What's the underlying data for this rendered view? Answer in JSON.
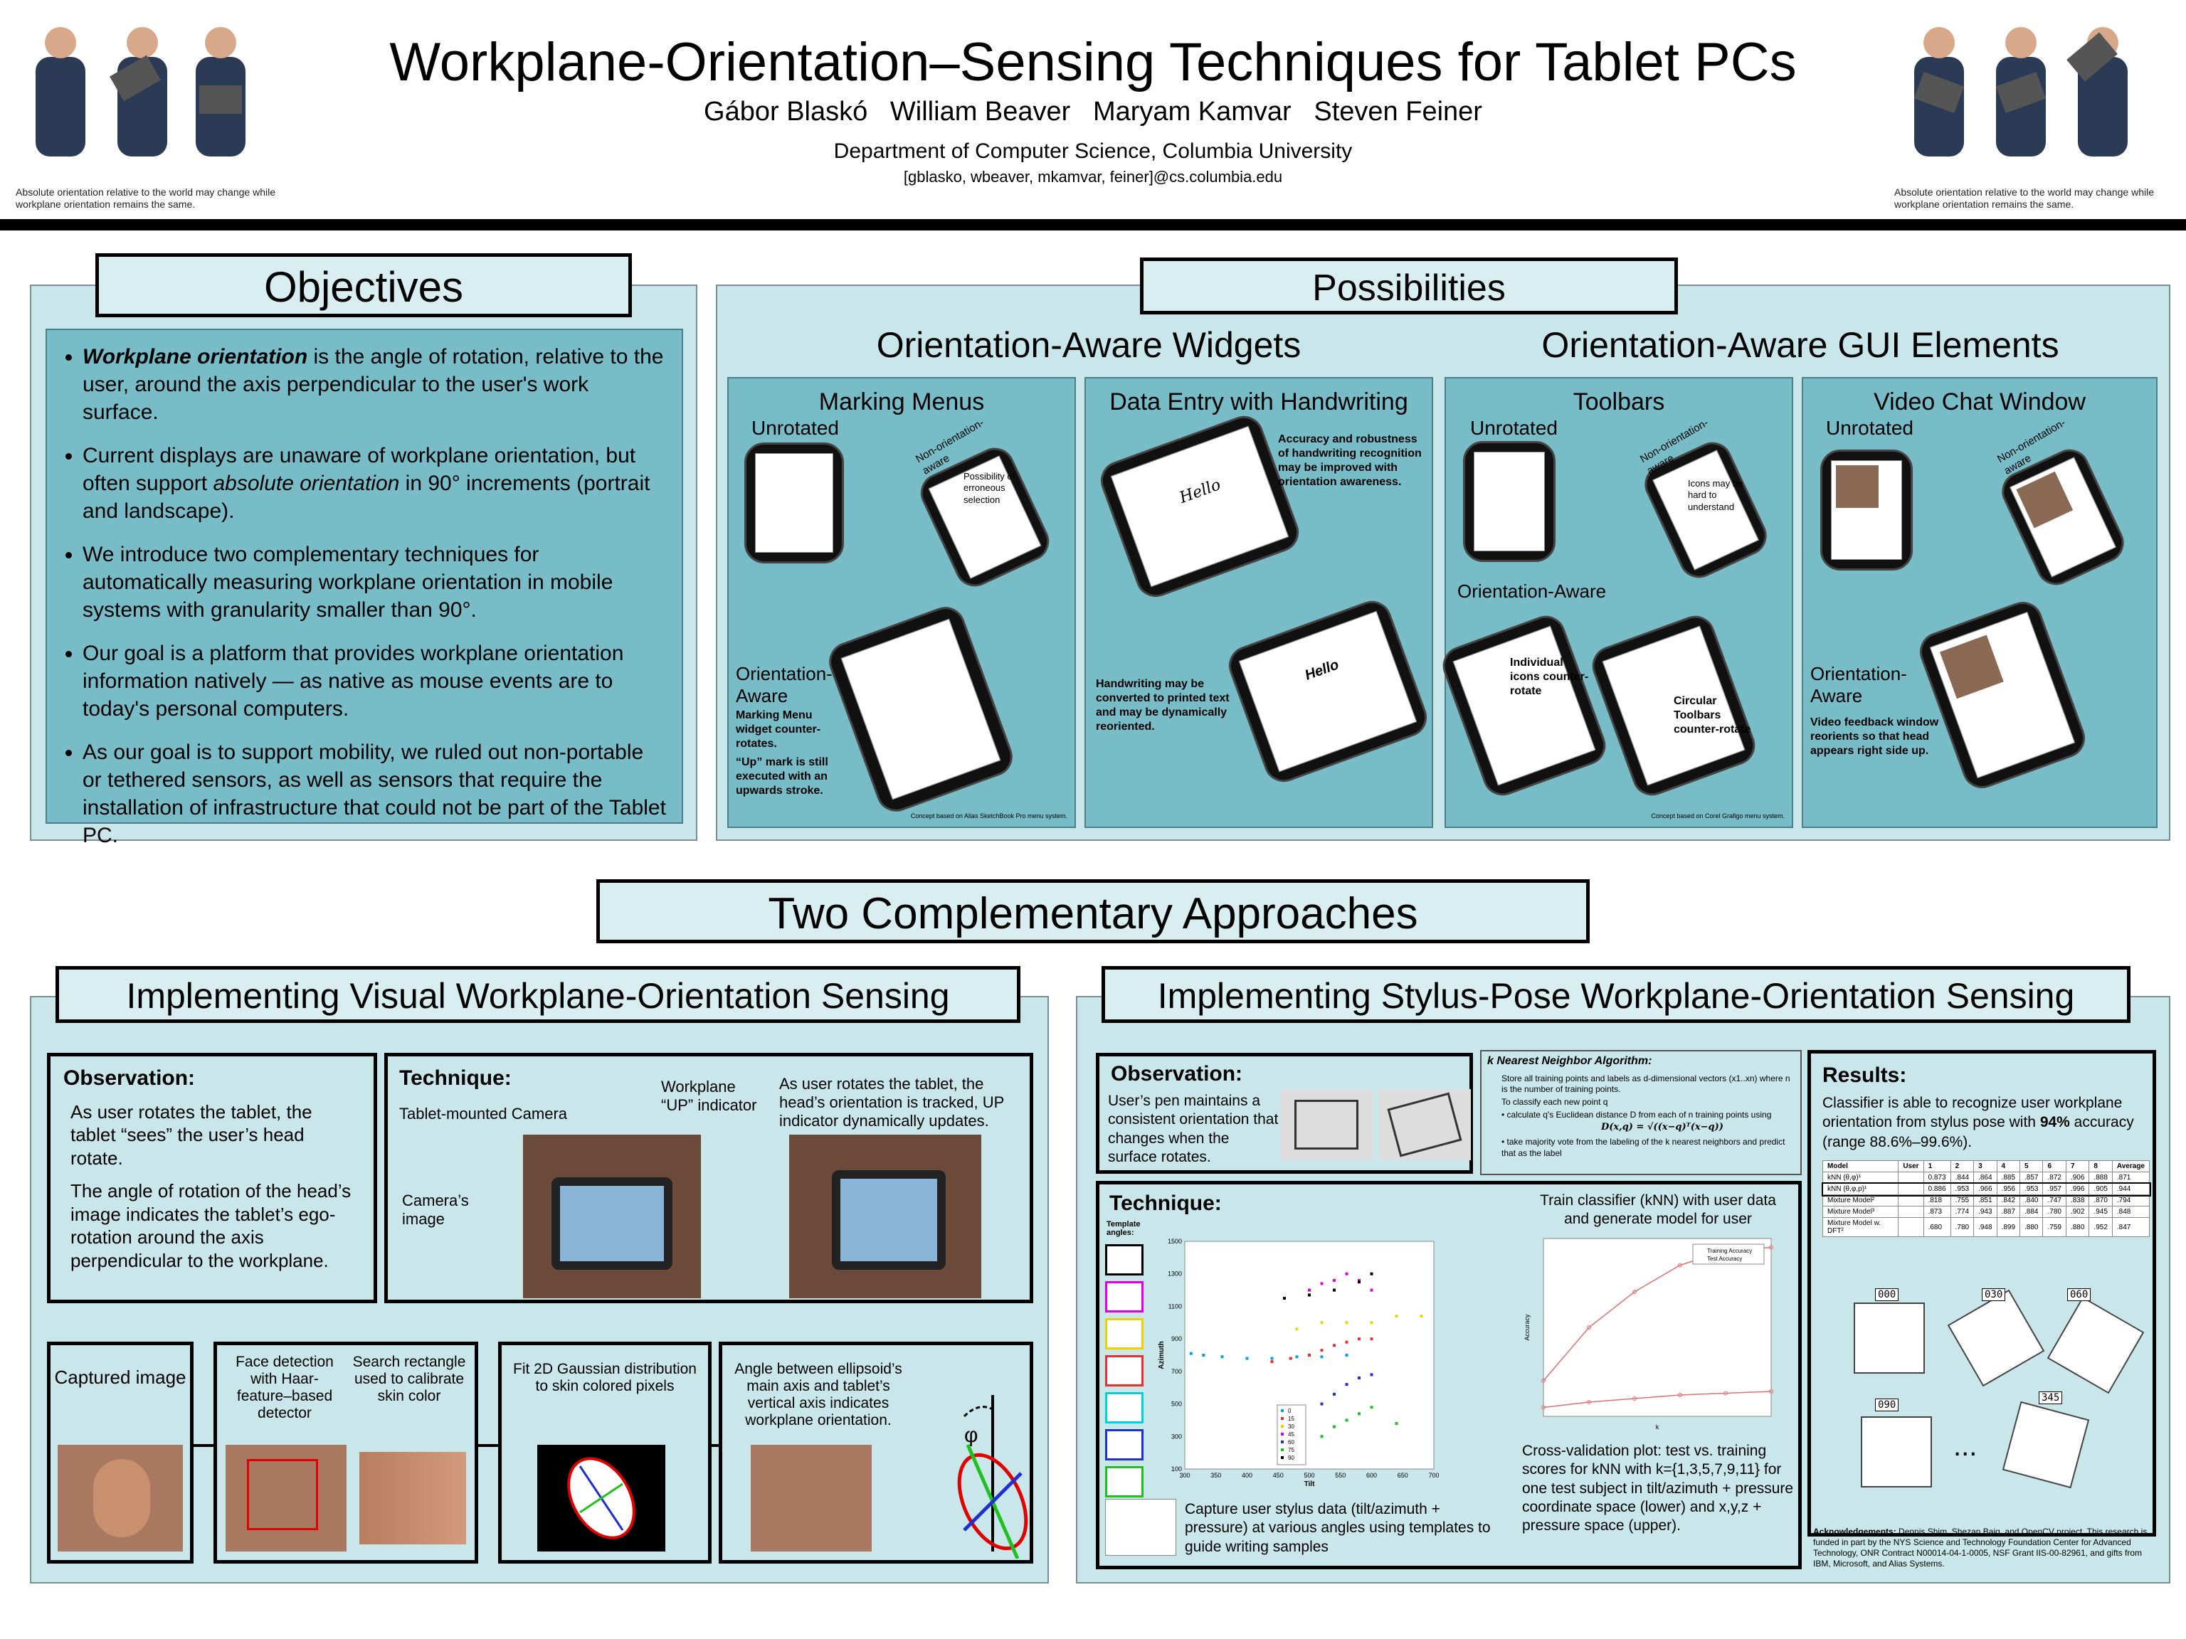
{
  "header": {
    "title": "Workplane-Orientation–Sensing Techniques for Tablet PCs",
    "authors": "Gábor Blaskó   William Beaver   Maryam Kamvar   Steven Feiner",
    "affiliation": "Department of Computer Science, Columbia University",
    "email": "[gblasko, wbeaver, mkamvar, feiner]@cs.columbia.edu",
    "caption_left": "Absolute orientation relative to the world may change while workplane orientation remains the same.",
    "caption_right": "Absolute orientation relative to the world may change while workplane orientation remains the same."
  },
  "objectives": {
    "title": "Objectives",
    "b1_em": "Workplane orientation",
    "b1_rest": " is the angle of rotation, relative to the user, around the axis perpendicular to the user's work surface.",
    "b2_a": "Current displays are unaware of workplane orientation, but often support ",
    "b2_em": "absolute orientation",
    "b2_b": " in 90° increments (portrait and landscape).",
    "b3": "We introduce two complementary techniques for automatically measuring workplane orientation in mobile systems with granularity smaller than 90°.",
    "b4": "Our goal is a platform that provides workplane orientation information natively — as native as mouse events are to today's personal computers.",
    "b5": "As our goal is to support mobility, we ruled out non-portable or tethered sensors, as well as sensors that require the installation of infrastructure that could not be part of the Tablet PC."
  },
  "possibilities": {
    "title": "Possibilities",
    "widgets_title": "Orientation-Aware Widgets",
    "gui_title": "Orientation-Aware GUI Elements",
    "marking": {
      "title": "Marking Menus",
      "unrotated": "Unrotated",
      "nonaware": "Non-orientation-aware",
      "possibility": "Possibility of erroneous selection",
      "aware": "Orientation-Aware",
      "desc1": "Marking Menu widget counter-rotates.",
      "desc2": "“Up” mark is still executed with an upwards stroke.",
      "credit": "Concept based on Alias SketchBook Pro menu system."
    },
    "handwriting": {
      "title": "Data Entry with Handwriting",
      "top": "Accuracy and robustness of handwriting recognition may be improved with orientation awareness.",
      "hello1": "Hello",
      "hello2": "Hello",
      "bottom": "Handwriting may be converted to printed text and may be dynamically reoriented."
    },
    "toolbars": {
      "title": "Toolbars",
      "unrotated": "Unrotated",
      "nonaware": "Non-orientation-aware",
      "hard": "Icons may be hard to understand",
      "aware": "Orientation-Aware",
      "individual": "Individual icons counter-rotate",
      "circular": "Circular Toolbars counter-rotate",
      "credit": "Concept based on Corel Grafigo menu system."
    },
    "video": {
      "title": "Video Chat Window",
      "unrotated": "Unrotated",
      "nonaware": "Non-orientation-aware",
      "aware": "Orientation-Aware",
      "desc": "Video feedback window reorients so that head appears right side up."
    }
  },
  "approaches": {
    "title": "Two Complementary Approaches"
  },
  "visual": {
    "title": "Implementing Visual Workplane-Orientation Sensing",
    "obs_title": "Observation:",
    "obs1": "As user rotates the tablet, the tablet “sees” the user’s head rotate.",
    "obs2": "The angle of rotation of the head’s image indicates the tablet’s ego-rotation around the axis perpendicular to the workplane.",
    "tech_title": "Technique:",
    "camera": "Tablet-mounted Camera",
    "up": "Workplane “UP” indicator",
    "camimg": "Camera’s image",
    "tracked": "As user rotates the tablet, the head’s orientation is tracked, UP indicator dynamically updates.",
    "s1": "Captured image",
    "s2a": "Face detection with Haar-feature–based detector",
    "s2b": "Search rectangle used to calibrate skin color",
    "s3": "Fit 2D Gaussian distribution to skin colored pixels",
    "s4": "Angle between ellipsoid’s main axis and tablet’s vertical axis indicates workplane orientation.",
    "phi": "φ"
  },
  "stylus": {
    "title": "Implementing Stylus-Pose Workplane-Orientation Sensing",
    "obs_title": "Observation:",
    "obs": "User’s pen maintains a consistent orientation that changes when the surface rotates.",
    "knn_title": "k Nearest Neighbor Algorithm:",
    "knn1": "Store all training points and labels as d-dimensional vectors (x1..xn) where n is the number of training points.",
    "knn2": "To classify each new point q",
    "knn3": "• calculate q's Euclidean distance D from each of n training points using",
    "knn_formula": "D(x,q) = √((x−q)ᵀ(x−q))",
    "knn4": "• take majority vote from the labeling of the k nearest neighbors and predict that as the label",
    "tech_title": "Technique:",
    "template": "Template angles:",
    "train": "Train classifier (kNN) with user data and generate model for user",
    "capture": "Capture user stylus data (tilt/azimuth + pressure) at various angles using templates to guide writing samples",
    "cv": "Cross-validation plot: test vs. training scores for kNN with k={1,3,5,7,9,11} for one test subject in tilt/azimuth + pressure coordinate space (lower) and x,y,z + pressure space (upper).",
    "res_title": "Results:",
    "res_a": "Classifier is able to recognize user workplane orientation from stylus pose with ",
    "res_b": "94%",
    "res_c": " accuracy (range 88.6%–99.6%).",
    "labels": [
      "000",
      "030",
      "060",
      "090",
      "345"
    ],
    "ellipsis": "...",
    "ack_title": "Acknowledgements:",
    "ack": " Dennis Shim, Shezan Baig, and OpenCV project. This research is funded in part by the NYS Science and Technology Foundation Center for Advanced Technology, ONR Contract N00014-04-1-0005, NSF Grant IIS-00-82961, and gifts from IBM, Microsoft, and Alias Systems."
  },
  "results_table": {
    "header": [
      "Model",
      "User",
      "1",
      "2",
      "3",
      "4",
      "5",
      "6",
      "7",
      "8",
      "Average"
    ],
    "rows": [
      [
        "kNN (θ,φ)¹",
        "",
        "0.873",
        ".844",
        ".864",
        ".885",
        ".857",
        ".872",
        ".906",
        ".888",
        ".871"
      ],
      [
        "kNN (θ,φ,p)¹",
        "",
        "0.886",
        ".953",
        ".966",
        ".956",
        ".953",
        ".957",
        ".996",
        ".905",
        ".944"
      ],
      [
        "Mixture Model²",
        "",
        ".818",
        ".755",
        ".851",
        ".842",
        ".840",
        ".747",
        ".838",
        ".870",
        ".794"
      ],
      [
        "Mixture Model³",
        "",
        ".873",
        ".774",
        ".943",
        ".887",
        ".884",
        ".780",
        ".902",
        ".945",
        ".848"
      ],
      [
        "Mixture Model w. DFT²",
        "",
        ".680",
        ".780",
        ".948",
        ".899",
        ".880",
        ".759",
        ".880",
        ".952",
        ".847"
      ]
    ]
  },
  "chart_data": [
    {
      "type": "scatter",
      "title": "",
      "xlabel": "Tilt",
      "ylabel": "Azimuth",
      "xlim": [
        300,
        700
      ],
      "ylim": [
        100,
        1500
      ],
      "x_ticks": [
        300,
        350,
        400,
        450,
        500,
        550,
        600,
        650,
        700
      ],
      "y_ticks": [
        100,
        300,
        500,
        700,
        900,
        1100,
        1300,
        1500
      ],
      "legend": [
        "0",
        "15",
        "30",
        "45",
        "60",
        "75",
        "90"
      ],
      "series": [
        {
          "name": "0",
          "color": "#00a2e8",
          "points": [
            [
              310,
              810
            ],
            [
              330,
              800
            ],
            [
              360,
              790
            ],
            [
              400,
              780
            ],
            [
              440,
              780
            ],
            [
              480,
              790
            ],
            [
              520,
              790
            ],
            [
              560,
              800
            ]
          ]
        },
        {
          "name": "15",
          "color": "#e83030",
          "points": [
            [
              440,
              760
            ],
            [
              470,
              780
            ],
            [
              500,
              800
            ],
            [
              520,
              830
            ],
            [
              540,
              860
            ],
            [
              560,
              880
            ],
            [
              580,
              900
            ],
            [
              600,
              900
            ]
          ]
        },
        {
          "name": "30",
          "color": "#f0d000",
          "points": [
            [
              480,
              960
            ],
            [
              520,
              1000
            ],
            [
              560,
              1000
            ],
            [
              600,
              1000
            ],
            [
              640,
              1040
            ],
            [
              680,
              1040
            ]
          ]
        },
        {
          "name": "45",
          "color": "#e000e0",
          "points": [
            [
              500,
              1200
            ],
            [
              520,
              1240
            ],
            [
              540,
              1260
            ],
            [
              560,
              1300
            ],
            [
              580,
              1260
            ],
            [
              600,
              1200
            ]
          ]
        },
        {
          "name": "60",
          "color": "#2030d0",
          "points": [
            [
              520,
              500
            ],
            [
              540,
              560
            ],
            [
              560,
              620
            ],
            [
              580,
              660
            ],
            [
              600,
              680
            ]
          ]
        },
        {
          "name": "75",
          "color": "#20c020",
          "points": [
            [
              520,
              300
            ],
            [
              540,
              360
            ],
            [
              560,
              400
            ],
            [
              580,
              440
            ],
            [
              600,
              480
            ],
            [
              640,
              380
            ]
          ]
        },
        {
          "name": "90",
          "color": "#000000",
          "points": [
            [
              460,
              1150
            ],
            [
              500,
              1170
            ],
            [
              540,
              1200
            ],
            [
              580,
              1250
            ],
            [
              600,
              1300
            ]
          ]
        }
      ]
    },
    {
      "type": "line",
      "title": "",
      "xlabel": "k",
      "ylabel": "Accuracy",
      "xlim": [
        1,
        11
      ],
      "ylim": [
        0,
        1
      ],
      "legend": [
        "Training Accuracy",
        "Test Accuracy"
      ],
      "series": [
        {
          "name": "Training Accuracy",
          "color": "#e07070",
          "x": [
            1,
            3,
            5,
            7,
            9,
            11
          ],
          "values": [
            0.2,
            0.5,
            0.7,
            0.85,
            0.93,
            0.95
          ]
        },
        {
          "name": "Test Accuracy",
          "color": "#e07070",
          "x": [
            1,
            3,
            5,
            7,
            9,
            11
          ],
          "values": [
            0.05,
            0.08,
            0.1,
            0.12,
            0.13,
            0.14
          ]
        }
      ]
    }
  ]
}
